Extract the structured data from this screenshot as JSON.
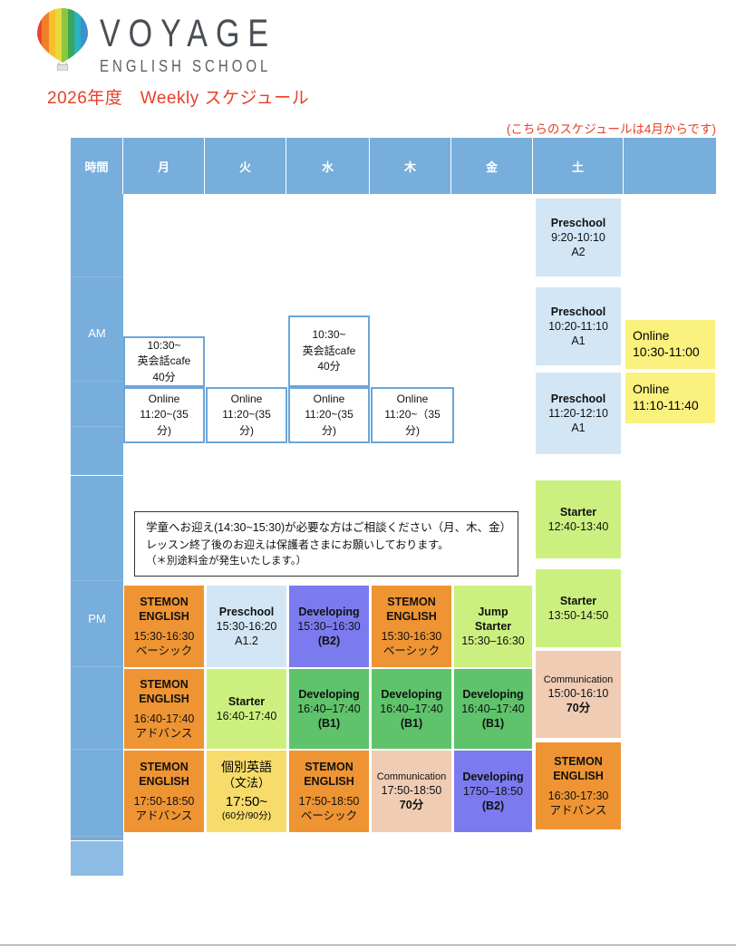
{
  "logo": {
    "icon": "hot-air-balloon-icon",
    "name": "VOYAGE",
    "tagline": "ENGLISH SCHOOL"
  },
  "header": {
    "title": "2026年度　Weekly スケジュール",
    "note": "(こちらのスケジュールは4月からです)",
    "title_color": "#e8402a"
  },
  "columns": [
    {
      "key": "time",
      "label": "時間"
    },
    {
      "key": "mon",
      "label": "月"
    },
    {
      "key": "tue",
      "label": "火"
    },
    {
      "key": "wed",
      "label": "水"
    },
    {
      "key": "thu",
      "label": "木"
    },
    {
      "key": "fri",
      "label": "金"
    },
    {
      "key": "sat",
      "label": "土"
    },
    {
      "key": "extra",
      "label": ""
    }
  ],
  "time_labels": {
    "am": "AM",
    "pm": "PM"
  },
  "colors": {
    "header_blue": "#77AEDB",
    "time_blue": "#77AEDB",
    "preschool_lightblue": "#D2E6F5",
    "online_yellow": "#FAF17E",
    "starter_lightgreen": "#CCF07F",
    "developing_green": "#5EC36B",
    "developing_purple": "#7B7BEF",
    "stemon_orange": "#EE9433",
    "communication_peach": "#F0CCB4",
    "kobetsu_yellow": "#F7DC6B",
    "border_blue": "#6CA6D9"
  },
  "am_cafe_blocks": [
    {
      "day": "mon",
      "line1": "10:30~",
      "line2": "英会話cafe",
      "line3": "40分"
    },
    {
      "day": "wed",
      "line1": "10:30~",
      "line2": "英会話cafe",
      "line3": "40分"
    }
  ],
  "am_online_blocks": [
    {
      "day": "mon",
      "line1": "Online",
      "line2": "11:20~(35",
      "line3": "分)"
    },
    {
      "day": "tue",
      "line1": "Online",
      "line2": "11:20~(35",
      "line3": "分)"
    },
    {
      "day": "wed",
      "line1": "Online",
      "line2": "11:20~(35",
      "line3": "分)"
    },
    {
      "day": "thu",
      "line1": "Online",
      "line2": "11:20~（35",
      "line3": "分)"
    }
  ],
  "sat_am": [
    {
      "title": "Preschool",
      "time": "9:20-10:10",
      "level": "A2"
    },
    {
      "title": "Preschool",
      "time": "10:20-11:10",
      "level": "A1"
    },
    {
      "title": "Preschool",
      "time": "11:20-12:10",
      "level": "A1"
    }
  ],
  "extra_online": [
    {
      "title": "Online",
      "time": "10:30-11:00"
    },
    {
      "title": "Online",
      "time": "11:10-11:40"
    }
  ],
  "pickup_note": {
    "line1": "学童へお迎え(14:30~15:30)が必要な方はご相談ください（月、木、金）",
    "line2": "レッスン終了後のお迎えは保護者さまにお願いしております。",
    "line3": "（＊別途料金が発生いたします。）"
  },
  "sat_pm": [
    {
      "title": "Starter",
      "time": "12:40-13:40",
      "level": "",
      "color": "starter_lightgreen"
    },
    {
      "title": "Starter",
      "time": "13:50-14:50",
      "level": "",
      "color": "starter_lightgreen"
    },
    {
      "title": "Communication",
      "time": "15:00-16:10",
      "level": "70分",
      "color": "communication_peach"
    },
    {
      "title": "STEMON ENGLISH",
      "time": "16:30-17:30",
      "level": "アドバンス",
      "color": "stemon_orange"
    }
  ],
  "pm_rows": [
    {
      "row": 1,
      "cells": [
        {
          "day": "mon",
          "title": "STEMON ENGLISH",
          "time": "15:30-16:30",
          "level": "ベーシック",
          "color": "stemon_orange"
        },
        {
          "day": "tue",
          "title": "Preschool",
          "time": "15:30-16:20",
          "level": "A1.2",
          "color": "preschool_lightblue"
        },
        {
          "day": "wed",
          "title": "Developing",
          "time": "15:30–16:30",
          "level": "(B2)",
          "color": "developing_purple"
        },
        {
          "day": "thu",
          "title": "STEMON ENGLISH",
          "time": "15:30-16:30",
          "level": "ベーシック",
          "color": "stemon_orange"
        },
        {
          "day": "fri",
          "title": "Jump Starter",
          "time": "15:30–16:30",
          "level": "",
          "color": "starter_lightgreen"
        }
      ]
    },
    {
      "row": 2,
      "cells": [
        {
          "day": "mon",
          "title": "STEMON ENGLISH",
          "time": "16:40-17:40",
          "level": "アドバンス",
          "color": "stemon_orange"
        },
        {
          "day": "tue",
          "title": "Starter",
          "time": "16:40-17:40",
          "level": "",
          "color": "starter_lightgreen"
        },
        {
          "day": "wed",
          "title": "Developing",
          "time": "16:40–17:40",
          "level": "(B1)",
          "color": "developing_green"
        },
        {
          "day": "thu",
          "title": "Developing",
          "time": "16:40–17:40",
          "level": "(B1)",
          "color": "developing_green"
        },
        {
          "day": "fri",
          "title": "Developing",
          "time": "16:40–17:40",
          "level": "(B1)",
          "color": "developing_green"
        }
      ]
    },
    {
      "row": 3,
      "cells": [
        {
          "day": "mon",
          "title": "STEMON ENGLISH",
          "time": "17:50-18:50",
          "level": "アドバンス",
          "color": "stemon_orange"
        },
        {
          "day": "tue",
          "title": "個別英語",
          "subtitle": "（文法）",
          "time": "17:50~",
          "level": "(60分/90分)",
          "color": "kobetsu_yellow"
        },
        {
          "day": "wed",
          "title": "STEMON ENGLISH",
          "time": "17:50-18:50",
          "level": "ベーシック",
          "color": "stemon_orange"
        },
        {
          "day": "thu",
          "title": "Communication",
          "time": "17:50-18:50",
          "level": "70分",
          "color": "communication_peach"
        },
        {
          "day": "fri",
          "title": "Developing",
          "time": "1750–18:50",
          "level": "(B2)",
          "color": "developing_purple"
        }
      ]
    }
  ]
}
